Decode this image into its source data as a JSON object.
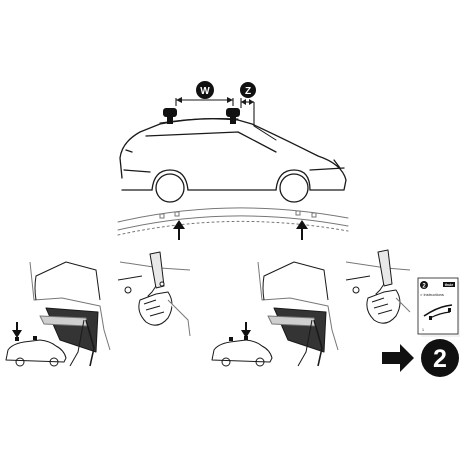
{
  "diagram": {
    "dimension_w": "W",
    "dimension_z": "Z",
    "step_number": "2",
    "booklet_number": "2",
    "booklet_title": "> Instructions",
    "booklet_brand": "thule",
    "booklet_footer": "1"
  },
  "colors": {
    "line": "#1a1a1a",
    "soft_line": "#777777",
    "fill_dark": "#111111",
    "background": "#ffffff"
  }
}
